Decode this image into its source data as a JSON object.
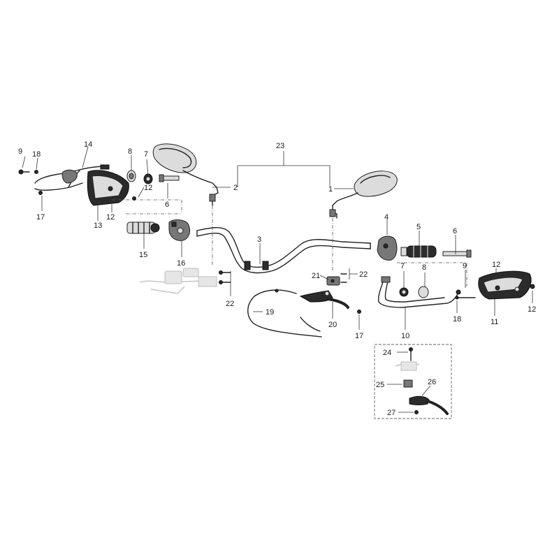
{
  "labels": {
    "l1": "1",
    "l2": "2",
    "l3": "3",
    "l4": "4",
    "l5": "5",
    "l6a": "6",
    "l6b": "6",
    "l7a": "7",
    "l7b": "7",
    "l8a": "8",
    "l8b": "8",
    "l9a": "9",
    "l9b": "9",
    "l10": "10",
    "l11": "11",
    "l12a": "12",
    "l12b": "12",
    "l12c": "12",
    "l12d": "12",
    "l13": "13",
    "l14": "14",
    "l15": "15",
    "l16": "16",
    "l17a": "17",
    "l17b": "17",
    "l18a": "18",
    "l18b": "18",
    "l19": "19",
    "l20": "20",
    "l21": "21",
    "l22a": "22",
    "l22b": "22",
    "l23": "23",
    "l24": "24",
    "l25": "25",
    "l26": "26",
    "l27": "27"
  }
}
